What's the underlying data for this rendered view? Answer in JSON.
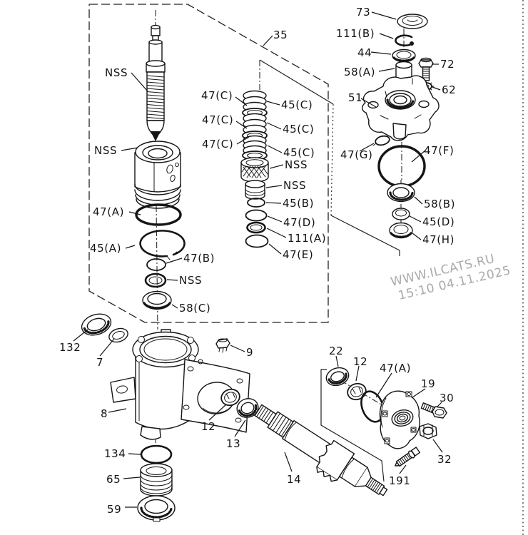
{
  "diagram": {
    "type": "exploded-parts-diagram",
    "subject": "steering gear assembly",
    "line_color": "#151515",
    "background": "#ffffff",
    "watermark": {
      "site": "WWW.ILCATS.RU",
      "timestamp": "15:10 04.11.2025",
      "color": "#aaaaaa"
    }
  },
  "labels": [
    {
      "text": "NSS"
    },
    {
      "text": "NSS"
    },
    {
      "text": "47(A)"
    },
    {
      "text": "45(A)"
    },
    {
      "text": "47(B)"
    },
    {
      "text": "NSS"
    },
    {
      "text": "58(C)"
    },
    {
      "text": "47(C)"
    },
    {
      "text": "47(C)"
    },
    {
      "text": "47(C)"
    },
    {
      "text": "45(C)"
    },
    {
      "text": "45(C)"
    },
    {
      "text": "45(C)"
    },
    {
      "text": "NSS"
    },
    {
      "text": "NSS"
    },
    {
      "text": "45(B)"
    },
    {
      "text": "47(D)"
    },
    {
      "text": "111(A)"
    },
    {
      "text": "47(E)"
    },
    {
      "text": "35"
    },
    {
      "text": "73"
    },
    {
      "text": "111(B)"
    },
    {
      "text": "44"
    },
    {
      "text": "58(A)"
    },
    {
      "text": "72"
    },
    {
      "text": "62"
    },
    {
      "text": "51"
    },
    {
      "text": "47(G)"
    },
    {
      "text": "47(F)"
    },
    {
      "text": "58(B)"
    },
    {
      "text": "45(D)"
    },
    {
      "text": "47(H)"
    },
    {
      "text": "132"
    },
    {
      "text": "7"
    },
    {
      "text": "8"
    },
    {
      "text": "9"
    },
    {
      "text": "12"
    },
    {
      "text": "13"
    },
    {
      "text": "134"
    },
    {
      "text": "65"
    },
    {
      "text": "59"
    },
    {
      "text": "22"
    },
    {
      "text": "12"
    },
    {
      "text": "47(A)"
    },
    {
      "text": "19"
    },
    {
      "text": "30"
    },
    {
      "text": "32"
    },
    {
      "text": "14"
    },
    {
      "text": "191"
    }
  ]
}
